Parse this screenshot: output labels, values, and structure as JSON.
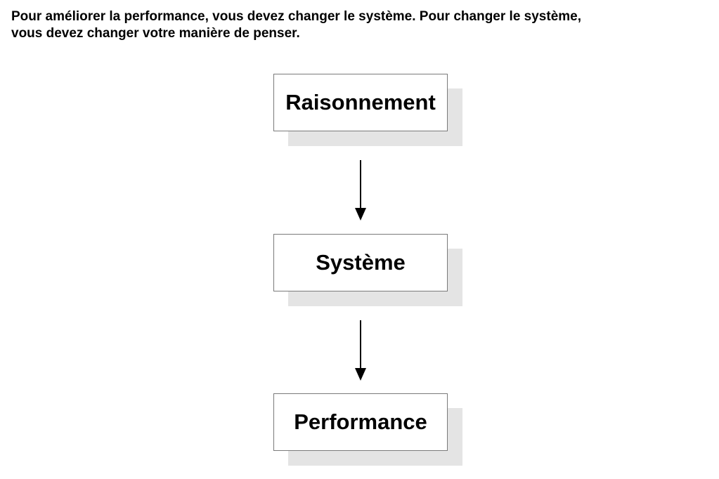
{
  "caption": {
    "line1": "Pour améliorer la performance, vous devez changer le système. Pour changer le système,",
    "line2": "vous devez changer votre manière de penser."
  },
  "diagram": {
    "nodes": [
      {
        "label": "Raisonnement"
      },
      {
        "label": "Système"
      },
      {
        "label": "Performance"
      }
    ],
    "colors": {
      "box_border": "#7a7a7a",
      "shadow": "#e4e4e4",
      "arrow": "#000000"
    }
  }
}
